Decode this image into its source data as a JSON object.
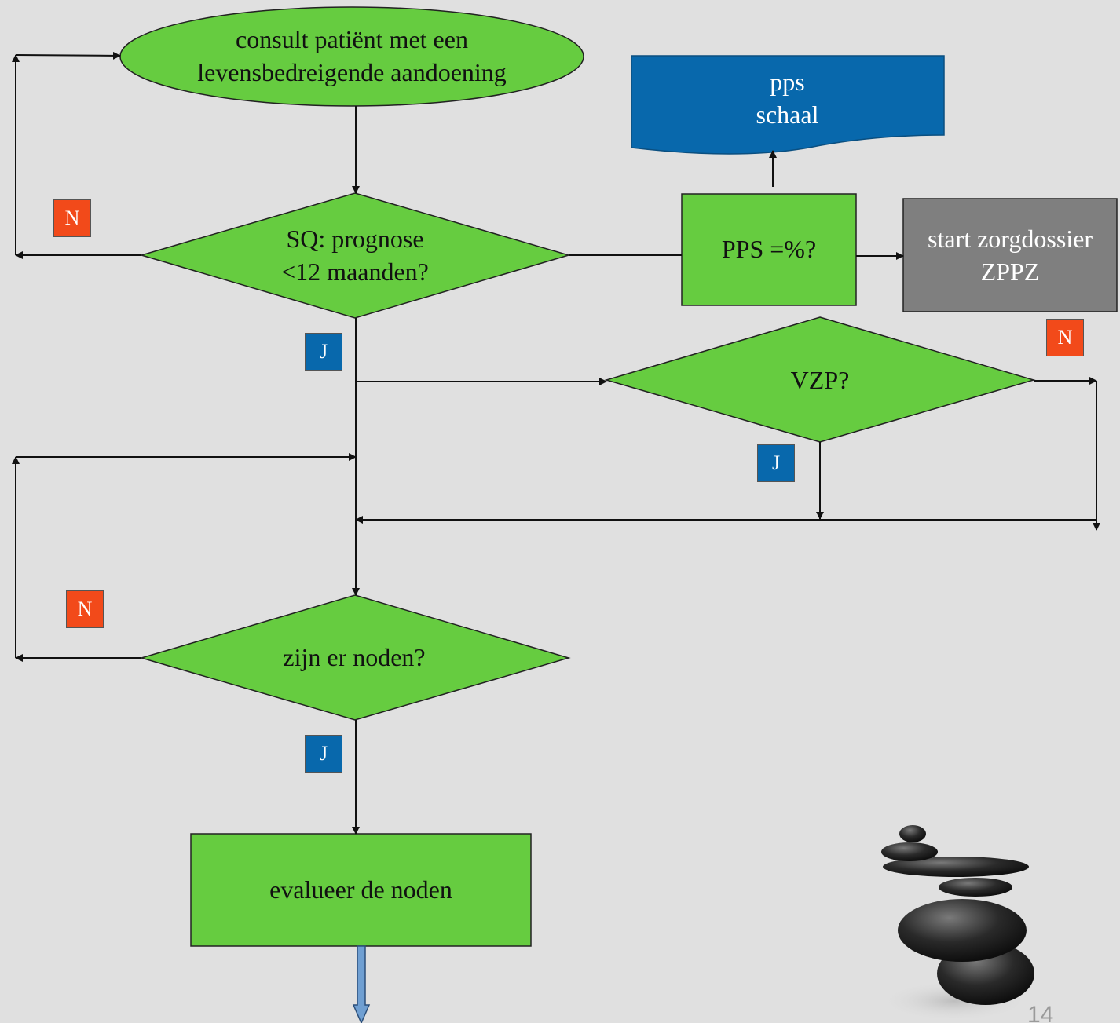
{
  "nodes": {
    "start": {
      "line1": "consult patiënt met een",
      "line2": "levensbedreigende aandoening"
    },
    "sq": {
      "line1": "SQ: prognose",
      "line2": "<12 maanden?"
    },
    "pps_question": {
      "text": "PPS =%?"
    },
    "pps_scale": {
      "line1": "pps",
      "line2": "schaal"
    },
    "zorgdossier": {
      "line1": "start zorgdossier",
      "line2": "ZPPZ"
    },
    "vzp": {
      "text": "VZP?"
    },
    "noden": {
      "text": "zijn er noden?"
    },
    "evalueer": {
      "text": "evalueer de noden"
    }
  },
  "badges": {
    "sq_no": "N",
    "sq_yes": "J",
    "vzp_no": "N",
    "vzp_yes": "J",
    "noden_no": "N",
    "noden_yes": "J"
  },
  "slide_number": "14",
  "colors": {
    "background": "#e0e0e0",
    "green": "#66cc40",
    "blue": "#0868ac",
    "gray": "#7f7f7f",
    "no_badge": "#f24a1a",
    "yes_badge": "#0868ac",
    "line": "#111111"
  },
  "decoration": {
    "image": "stacked-stones"
  }
}
